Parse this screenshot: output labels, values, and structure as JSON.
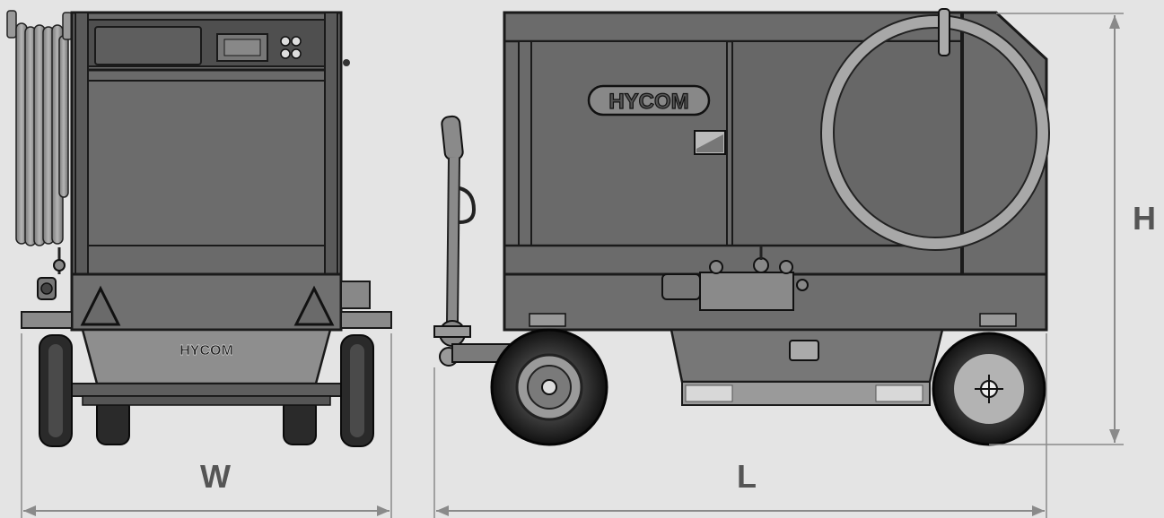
{
  "brand": "HYCOM",
  "dimensions": {
    "width_label": "W",
    "length_label": "L",
    "height_label": "H"
  },
  "colors": {
    "background": "#e4e4e4",
    "body_dark": "#5a5a5a",
    "body_mid": "#6b6b6b",
    "body_light": "#8c8c8c",
    "outline": "#1a1a1a",
    "dimension_line": "#8a8a8a",
    "label": "#555555"
  }
}
